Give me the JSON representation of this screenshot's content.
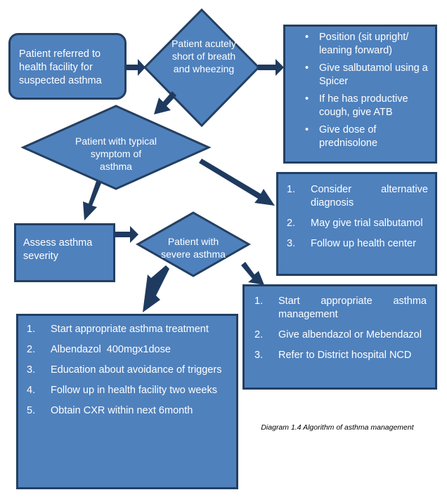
{
  "colors": {
    "fill": "#4f81bd",
    "stroke": "#243f60",
    "text": "#ffffff"
  },
  "start_box": {
    "text": "Patient referred to health facility for suspected asthma"
  },
  "decision_short_breath": {
    "text": "Patient acutely short of breath and wheezing"
  },
  "acute_actions": {
    "items": [
      "Position (sit upright/ leaning forward)",
      "Give salbutamol using a Spicer",
      "If he has productive cough, give ATB",
      "Give dose of prednisolone"
    ]
  },
  "decision_typical": {
    "text": "Patient with typical symptom of asthma"
  },
  "alternative_box": {
    "items": [
      {
        "num": "1.",
        "text": "Consider alternative diagnosis"
      },
      {
        "num": "2.",
        "text": "May give trial salbutamol"
      },
      {
        "num": "3.",
        "text": "Follow up health center"
      }
    ]
  },
  "assess_box": {
    "text": "Assess asthma severity"
  },
  "decision_severe": {
    "text": "Patient with severe asthma"
  },
  "severe_yes_box": {
    "items": [
      {
        "num": "1.",
        "text": "Start appropriate asthma management"
      },
      {
        "num": "2.",
        "text": "Give albendazol or Mebendazol"
      },
      {
        "num": "3.",
        "text": "Refer to District hospital NCD"
      }
    ]
  },
  "treatment_box": {
    "items": [
      {
        "num": "1.",
        "text": "Start appropriate asthma treatment"
      },
      {
        "num": "2.",
        "text": "Albendazol  400mgx1dose"
      },
      {
        "num": "3.",
        "text": "Education about avoidance of triggers"
      },
      {
        "num": "4.",
        "text": "Follow up in health facility two weeks"
      },
      {
        "num": "5.",
        "text": "Obtain CXR within next 6month"
      }
    ]
  },
  "caption": {
    "text": "Diagram 1.4 Algorithm of asthma management"
  }
}
